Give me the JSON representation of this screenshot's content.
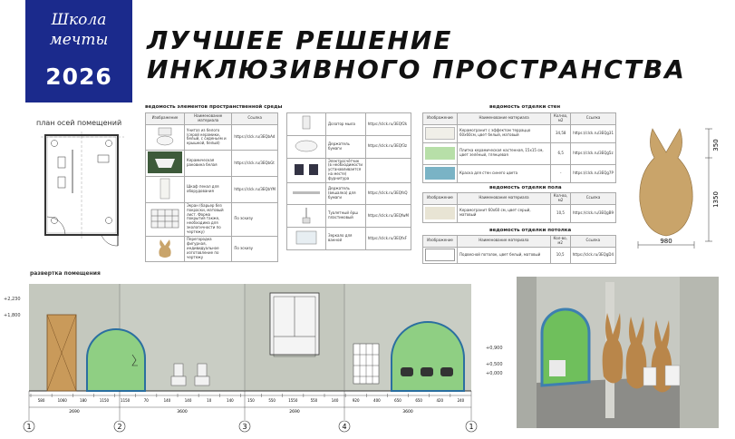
{
  "logo": {
    "line1": "Школа",
    "line2": "мечты",
    "year": "2026"
  },
  "title": {
    "line1": "ЛУЧШЕЕ РЕШЕНИЕ",
    "line2": "ИНКЛЮЗИВНОГО ПРОСТРАНСТВА"
  },
  "plan": {
    "label": "план осей помещений"
  },
  "elements_table": {
    "title": "ведомость элементов пространственной среды",
    "headers": [
      "Изображение",
      "Наименование материала",
      "Ссылка"
    ],
    "rows": [
      {
        "name": "Унитаз из белого (серой керамики, белый, с сиденьем и крышкой, белый)",
        "link": "https://clck.ru/3EQbAd"
      },
      {
        "name": "Керамическая раковина белая",
        "link": "https://clck.ru/3EQbGt"
      },
      {
        "name": "Шкаф пенал для оборудования",
        "link": "https://clck.ru/3EQbYM"
      },
      {
        "name": "Экран (барьер без покраски, матовый лист. Форма покрытия также, необходима для экологичности по чертежу)",
        "link": "По эскизу"
      },
      {
        "name": "Перегородка фигурная, индивидуальное изготовление по чертежу",
        "link": "По эскизу"
      }
    ],
    "rows2": [
      {
        "name": "Дозатор мыла",
        "link": "https://clck.ru/3EQf2k"
      },
      {
        "name": "Держатель бумаги",
        "link": "https://clck.ru/3EQf3z"
      },
      {
        "name": "Электросчётчик (в необходимости устанавливается на месте) фурнитура",
        "link": ""
      },
      {
        "name": "Держатель (вешалка) для бумаги",
        "link": "https://clck.ru/3EQfsQ"
      },
      {
        "name": "Туалетный ёрш пластиковый",
        "link": "https://clck.ru/3EQfwM"
      },
      {
        "name": "Зеркало для ванной",
        "link": "https://clck.ru/3EQfxF"
      }
    ]
  },
  "walls_table": {
    "title": "ведомость отделки стен",
    "headers": [
      "Изображение",
      "Наименование материала",
      "Кол-во, м2",
      "Ссылка"
    ],
    "rows": [
      {
        "name": "Керамогранит с эффектом терраццо 60х60см, цвет белый, матовый",
        "qty": "34,58",
        "link": "https://clck.ru/3EQg31",
        "color": "#f0efe8"
      },
      {
        "name": "Плитка керамическая настенная, 15х15 см, цвет зелёный, глянцевая",
        "qty": "6,5",
        "link": "https://clck.ru/3EQg5z",
        "color": "#b7dfa8"
      },
      {
        "name": "Краска для стен синего цвета",
        "qty": "-",
        "link": "https://clck.ru/3EQg7P",
        "color": "#7ab3c5"
      }
    ]
  },
  "floor_table": {
    "title": "ведомость отделки пола",
    "headers": [
      "Изображение",
      "Наименование материала",
      "Кол-во, м2",
      "Ссылка"
    ],
    "rows": [
      {
        "name": "Керамогранит 60х60 см, цвет серый, матовый",
        "qty": "10,5",
        "link": "https://clck.ru/3EQgB9",
        "color": "#e8e4d4"
      }
    ]
  },
  "ceiling_table": {
    "title": "ведомость отделки потолка",
    "headers": [
      "Изображение",
      "Наименование материала",
      "Кол-во, м2",
      "Ссылка"
    ],
    "rows": [
      {
        "name": "Подвесной потолок, цвет белый, матовый",
        "qty": "10,5",
        "link": "https://clck.ru/3EQgD4",
        "color": "#ffffff"
      }
    ]
  },
  "partition": {
    "dim_top": "350",
    "dim_side": "1350",
    "dim_width": "980"
  },
  "elevation": {
    "label": "развертка помещения",
    "levels": [
      "+2,230",
      "+1,800",
      "+0,900",
      "+0,500",
      "+0,000"
    ],
    "dims_top": [
      "580",
      "1060",
      "180",
      "1150",
      "1150",
      "70",
      "140",
      "140",
      "10",
      "140",
      "150",
      "550",
      "1550",
      "550",
      "140",
      "920",
      "400",
      "650",
      "650",
      "420",
      "240"
    ],
    "dims_bottom": [
      "2690",
      "3600",
      "2690",
      "3600"
    ],
    "axes": [
      "1",
      "2",
      "3",
      "4",
      "1"
    ]
  },
  "colors": {
    "logo_bg": "#1b2a8c",
    "wall": "#c9cdc4",
    "green_tile": "#8fcf83",
    "blue_edge": "#2b6fa0",
    "wood": "#c9a46a"
  }
}
